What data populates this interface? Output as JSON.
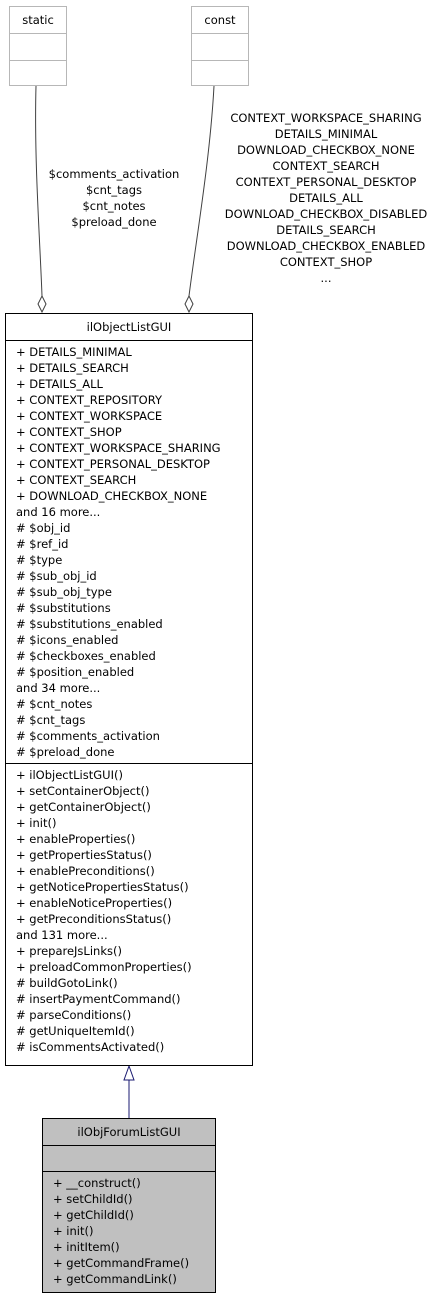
{
  "static_box": {
    "title": "static"
  },
  "const_box": {
    "title": "const"
  },
  "static_label": [
    "$comments_activation",
    "$cnt_tags",
    "$cnt_notes",
    "$preload_done"
  ],
  "const_label": [
    "CONTEXT_WORKSPACE_SHARING",
    "DETAILS_MINIMAL",
    "DOWNLOAD_CHECKBOX_NONE",
    "CONTEXT_SEARCH",
    "CONTEXT_PERSONAL_DESKTOP",
    "DETAILS_ALL",
    "DOWNLOAD_CHECKBOX_DISABLED",
    "DETAILS_SEARCH",
    "DOWNLOAD_CHECKBOX_ENABLED",
    "CONTEXT_SHOP",
    "..."
  ],
  "parent_class": {
    "title": "ilObjectListGUI",
    "attributes": [
      "+ DETAILS_MINIMAL",
      "+ DETAILS_SEARCH",
      "+ DETAILS_ALL",
      "+ CONTEXT_REPOSITORY",
      "+ CONTEXT_WORKSPACE",
      "+ CONTEXT_SHOP",
      "+ CONTEXT_WORKSPACE_SHARING",
      "+ CONTEXT_PERSONAL_DESKTOP",
      "+ CONTEXT_SEARCH",
      "+ DOWNLOAD_CHECKBOX_NONE",
      "and 16 more...",
      "# $obj_id",
      "# $ref_id",
      "# $type",
      "# $sub_obj_id",
      "# $sub_obj_type",
      "# $substitutions",
      "# $substitutions_enabled",
      "# $icons_enabled",
      "# $checkboxes_enabled",
      "# $position_enabled",
      "and 34 more...",
      "# $cnt_notes",
      "# $cnt_tags",
      "# $comments_activation",
      "# $preload_done"
    ],
    "methods": [
      "+ ilObjectListGUI()",
      "+ setContainerObject()",
      "+ getContainerObject()",
      "+ init()",
      "+ enableProperties()",
      "+ getPropertiesStatus()",
      "+ enablePreconditions()",
      "+ getNoticePropertiesStatus()",
      "+ enableNoticeProperties()",
      "+ getPreconditionsStatus()",
      "and 131 more...",
      "+ prepareJsLinks()",
      "+ preloadCommonProperties()",
      "# buildGotoLink()",
      "# insertPaymentCommand()",
      "# parseConditions()",
      "# getUniqueItemId()",
      "# isCommentsActivated()"
    ]
  },
  "child_class": {
    "title": "ilObjForumListGUI",
    "methods": [
      "+ __construct()",
      "+ setChildId()",
      "+ getChildId()",
      "+ init()",
      "+ initItem()",
      "+ getCommandFrame()",
      "+ getCommandLink()"
    ]
  },
  "colors": {
    "border": "#000000",
    "grey_border": "#b7b7b7",
    "child_fill": "#c0c0c0",
    "inherit_arrow": "#191970",
    "assoc_line": "#404040"
  }
}
